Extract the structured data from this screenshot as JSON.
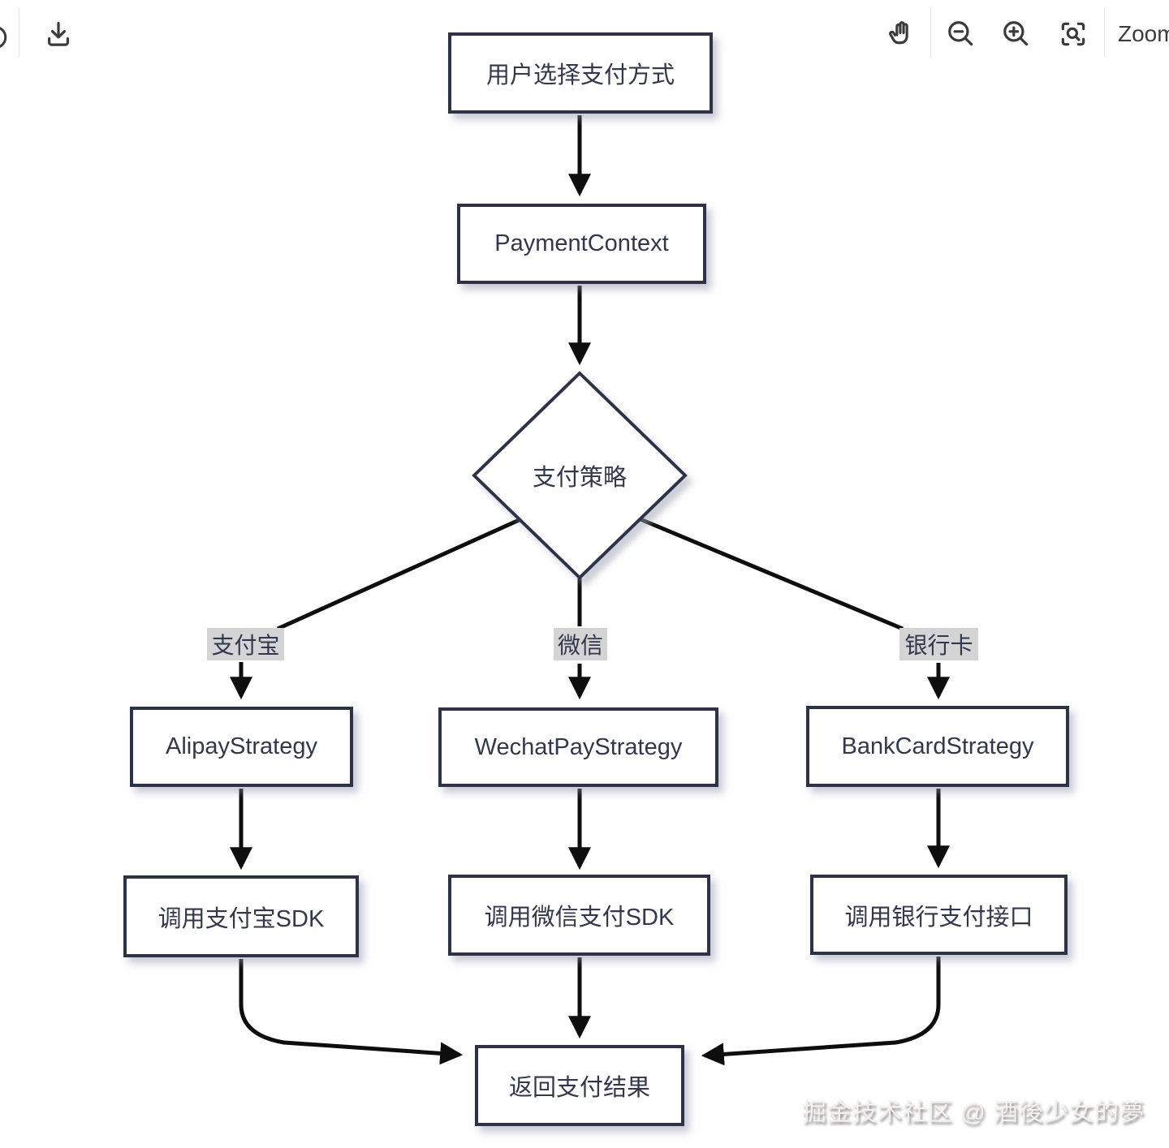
{
  "toolbar": {
    "zoom_label": "Zoom",
    "icons": [
      "history-icon(partial)",
      "download-icon",
      "hand-pan-icon",
      "zoom-out-icon",
      "zoom-in-icon",
      "zoom-area-icon"
    ]
  },
  "nodes": {
    "start": "用户选择支付方式",
    "context": "PaymentContext",
    "decision": "支付策略",
    "strategy_alipay": "AlipayStrategy",
    "strategy_wechat": "WechatPayStrategy",
    "strategy_bankcard": "BankCardStrategy",
    "action_alipay": "调用支付宝SDK",
    "action_wechat": "调用微信支付SDK",
    "action_bankcard": "调用银行支付接口",
    "result": "返回支付结果"
  },
  "edge_labels": {
    "alipay": "支付宝",
    "wechat": "微信",
    "bankcard": "银行卡"
  },
  "edges": [
    {
      "from": "start",
      "to": "context"
    },
    {
      "from": "context",
      "to": "decision"
    },
    {
      "from": "decision",
      "to": "strategy_alipay",
      "label": "支付宝"
    },
    {
      "from": "decision",
      "to": "strategy_wechat",
      "label": "微信"
    },
    {
      "from": "decision",
      "to": "strategy_bankcard",
      "label": "银行卡"
    },
    {
      "from": "strategy_alipay",
      "to": "action_alipay"
    },
    {
      "from": "strategy_wechat",
      "to": "action_wechat"
    },
    {
      "from": "strategy_bankcard",
      "to": "action_bankcard"
    },
    {
      "from": "action_alipay",
      "to": "result"
    },
    {
      "from": "action_wechat",
      "to": "result"
    },
    {
      "from": "action_bankcard",
      "to": "result"
    }
  ],
  "colors": {
    "node_border": "#2f3149",
    "node_text": "#34364f",
    "arrow": "#0e0e0e",
    "edge_label_bg": "#d4d4d4",
    "toolbar_icon": "#3a3a3a"
  },
  "watermark": "掘金技术社区 @ 酒後少女的夢"
}
